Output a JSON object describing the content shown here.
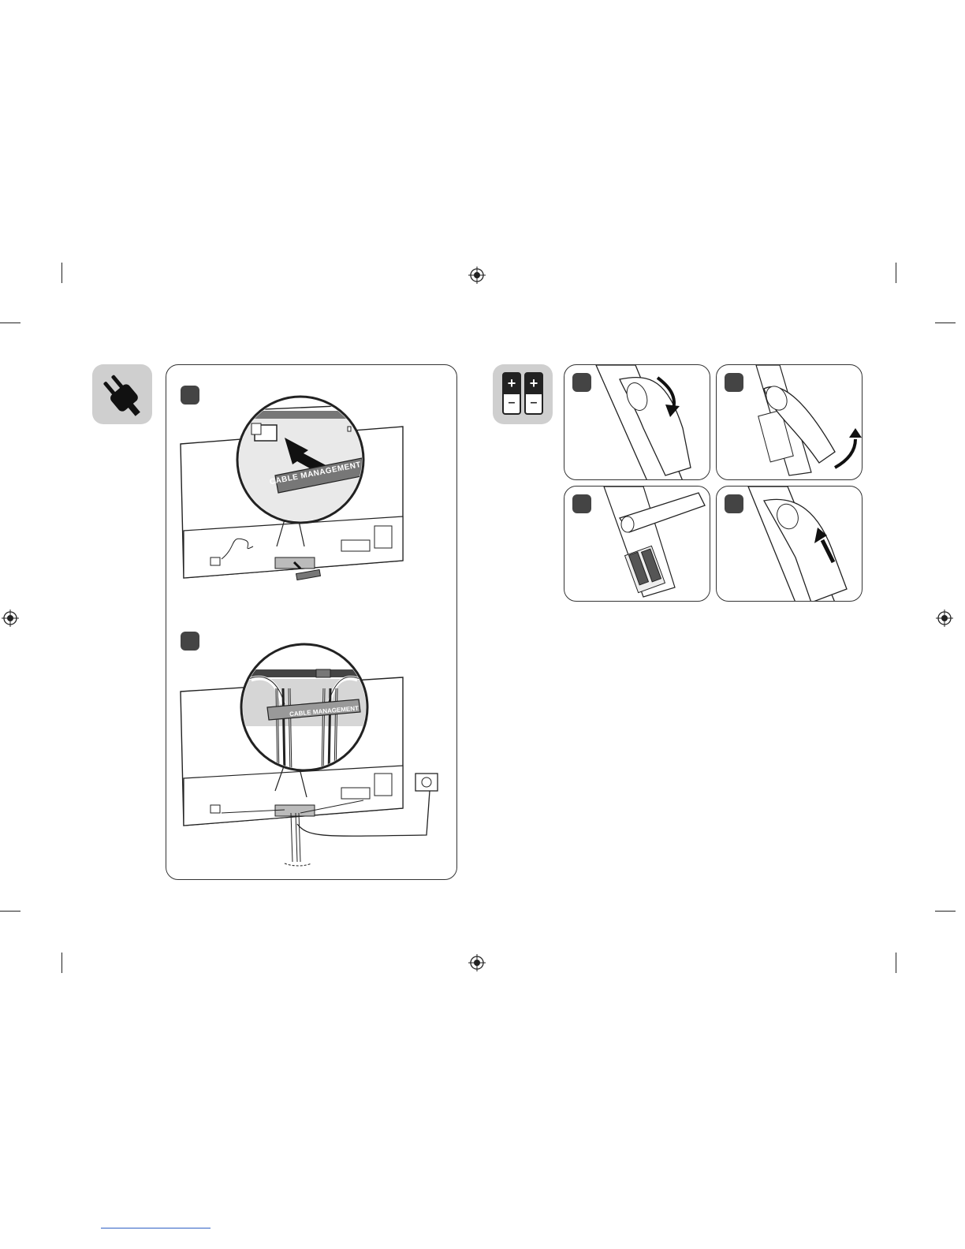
{
  "left_section": {
    "icon": "power-plug-icon",
    "step1": {
      "label_text": "CABLE MANAGEMENT",
      "small_clip_text": "CABLE MANAGEMENT"
    },
    "step2": {
      "label_text": "CABLE MANAGEMENT"
    }
  },
  "right_section": {
    "icon": "batteries-icon",
    "battery_plus": "+",
    "battery_minus": "–",
    "steps": [
      "open-cover",
      "lift-cover",
      "insert-batteries",
      "close-cover"
    ]
  },
  "colors": {
    "tile": "#cfcfcf",
    "step_marker": "#444444",
    "line": "#333333",
    "accent_line": "#2f5fc4"
  }
}
